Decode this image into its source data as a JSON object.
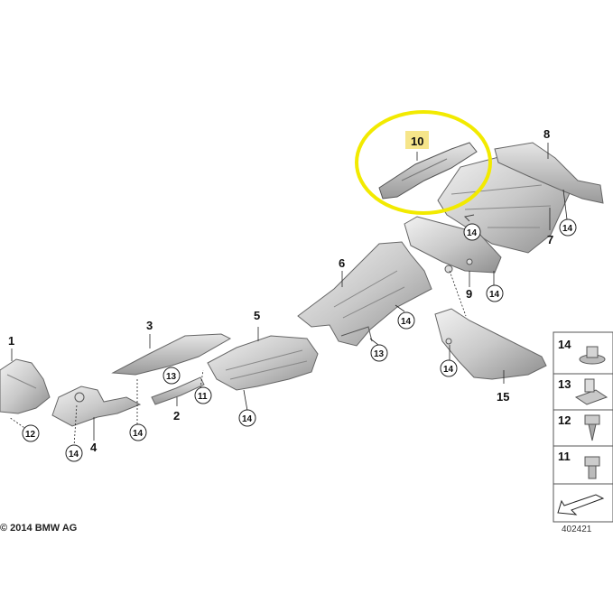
{
  "copyright": "© 2014 BMW AG",
  "diagram_number": "402421",
  "highlight_color": "#f2ea00",
  "label_highlight_color": "#f6e58a",
  "part_labels": [
    "1",
    "2",
    "3",
    "4",
    "5",
    "6",
    "7",
    "8",
    "9",
    "10",
    "15"
  ],
  "callouts": {
    "c12": "12",
    "c14": "14",
    "c13": "13",
    "c11": "11"
  },
  "legend": [
    {
      "number": "14",
      "icon": "nut-icon"
    },
    {
      "number": "13",
      "icon": "clip-nut-icon"
    },
    {
      "number": "12",
      "icon": "screw-icon"
    },
    {
      "number": "11",
      "icon": "bolt-icon"
    }
  ]
}
